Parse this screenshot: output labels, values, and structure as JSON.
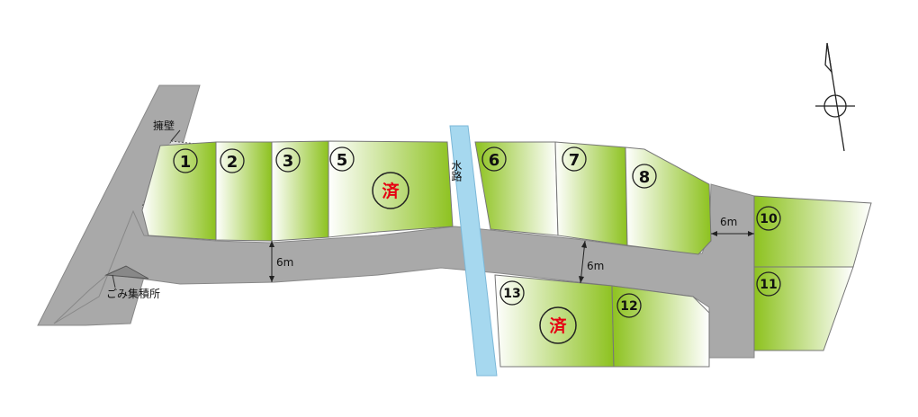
{
  "lots": [
    {
      "id": "lot-1",
      "number": "1"
    },
    {
      "id": "lot-2",
      "number": "2"
    },
    {
      "id": "lot-3",
      "number": "3"
    },
    {
      "id": "lot-5",
      "number": "5"
    },
    {
      "id": "lot-6",
      "number": "6"
    },
    {
      "id": "lot-7",
      "number": "7"
    },
    {
      "id": "lot-8",
      "number": "8"
    },
    {
      "id": "lot-10",
      "number": "10"
    },
    {
      "id": "lot-11",
      "number": "11"
    },
    {
      "id": "lot-12",
      "number": "12"
    },
    {
      "id": "lot-13",
      "number": "13"
    }
  ],
  "sold_marks": [
    {
      "lot": "5",
      "text": "済"
    },
    {
      "lot": "13",
      "text": "済"
    }
  ],
  "labels": {
    "retaining_wall": "擁壁",
    "garbage_station": "ごみ集積所",
    "waterway": "水路"
  },
  "road_widths": [
    "6m",
    "6m",
    "6m"
  ],
  "colors": {
    "lot_green": "#8dc21f",
    "lot_light": "#ffffff",
    "road_gray": "#a9a9a9",
    "waterway_blue": "#a6d8ef",
    "sold_red": "#e60012",
    "outline": "#777777"
  },
  "compass": {
    "icon": "north-arrow-icon"
  }
}
